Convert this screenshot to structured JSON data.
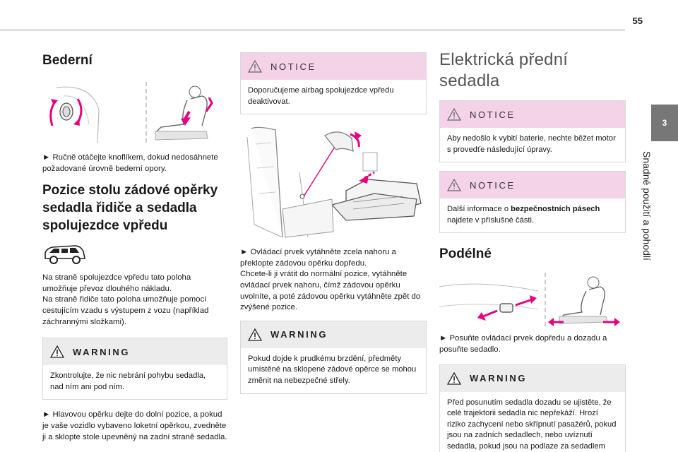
{
  "page_number": "55",
  "side_tab": {
    "chapter": "3",
    "title": "Snadné použití a pohodlí"
  },
  "col1": {
    "lumbar": {
      "title": "Bederní",
      "text": "► Ručně otáčejte knoflíkem, dokud nedosáhnete požadované úrovně bederní opory."
    },
    "table_position": {
      "title": "Pozice stolu zádové opěrky sedadla řidiče a sedadla spolujezdce vpředu",
      "text1": "Na straně spolujezdce vpředu tato poloha umožňuje převoz dlouhého nákladu.",
      "text2": "Na straně řidiče tato poloha umožňuje pomoci cestujícím vzadu s výstupem z vozu (například záchrannými složkami).",
      "warning_label": "WARNING",
      "warning_text": "Zkontrolujte, že nic nebrání pohybu sedadla, nad ním ani pod ním.",
      "text3": "► Hlavovou opěrku dejte do dolní pozice, a pokud je vaše vozidlo vybaveno loketní opěrkou, zvedněte ji a sklopte stole upevněný na zadní straně sedadla."
    }
  },
  "col2": {
    "notice_label": "NOTICE",
    "notice_text": "Doporučujeme airbag spolujezdce vpředu deaktivovat.",
    "text1": "► Ovládací prvek vytáhněte zcela nahoru a překlopte zádovou opěrku dopředu.",
    "text2": "Chcete-li ji vrátit do normální pozice, vytáhněte ovládací prvek nahoru, čímž zádovou opěrku uvolníte, a poté zádovou opěrku vytáhněte zpět do zvýšené pozice.",
    "warning_label": "WARNING",
    "warning_text": "Pokud dojde k prudkému brzdění, předměty umístěné na sklopené zádové opěrce se mohou změnit na nebezpečné střely."
  },
  "col3": {
    "title": "Elektrická přední sedadla",
    "notice1_label": "NOTICE",
    "notice1_text": "Aby nedošlo k vybití baterie, nechte běžet motor s provedťe následující úpravy.",
    "notice2_label": "NOTICE",
    "notice2_pre": "Další informace o ",
    "notice2_bold": "bezpečnostních pásech",
    "notice2_post": " najdete v příslušné části.",
    "longitudinal_title": "Podélné",
    "text1": "► Posuňte ovládací prvek dopředu a dozadu a posuňte sedadlo.",
    "warning_label": "WARNING",
    "warning_text": "Před posunutím sedadla dozadu se ujistěte, že celé trajektorii sedadla nic nepřekáží. Hrozí riziko zachycení nebo skřípnutí pasažérů, pokud jsou na zadních sedadlech, nebo uvíznutí sedadla, pokud jsou na podlaze za sedadlem umístěny velké předměty."
  },
  "colors": {
    "accent_pink": "#e6007e",
    "notice_bg": "#f4d3e8",
    "warning_bg": "#ececec",
    "tab_gray": "#777777"
  },
  "icons": [
    "notice-triangle-icon",
    "warning-triangle-icon",
    "van-icon",
    "lumbar-knob-illustration",
    "seat-fold-illustration",
    "seat-slide-illustration"
  ]
}
